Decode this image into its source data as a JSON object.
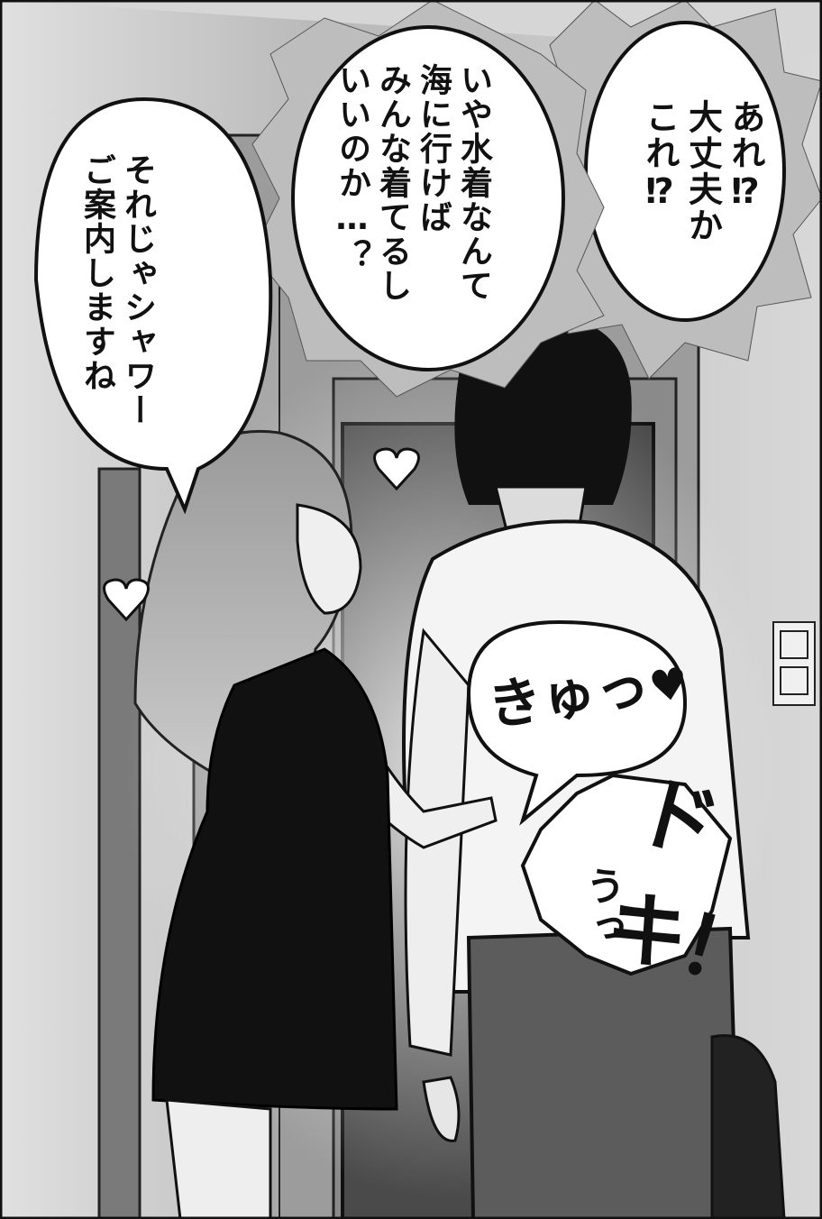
{
  "bubbles": {
    "thought_top_right": [
      "あれ⁉",
      "大丈夫か",
      "これ⁉"
    ],
    "thought_middle": [
      "いや水着なんて",
      "海に行けば",
      "みんな着てるし",
      "いいのか…？"
    ],
    "speech_left": [
      "それじゃシャワー",
      "ご案内しますね"
    ]
  },
  "sfx": {
    "squeeze": "きゅっ",
    "heart_symbol": "♥",
    "doki": "ドキ！",
    "gasp": "うっ"
  },
  "colors": {
    "ink": "#111111",
    "paper": "#ffffff",
    "wall": "#bdbdbd",
    "door": "#4a4a4a"
  }
}
